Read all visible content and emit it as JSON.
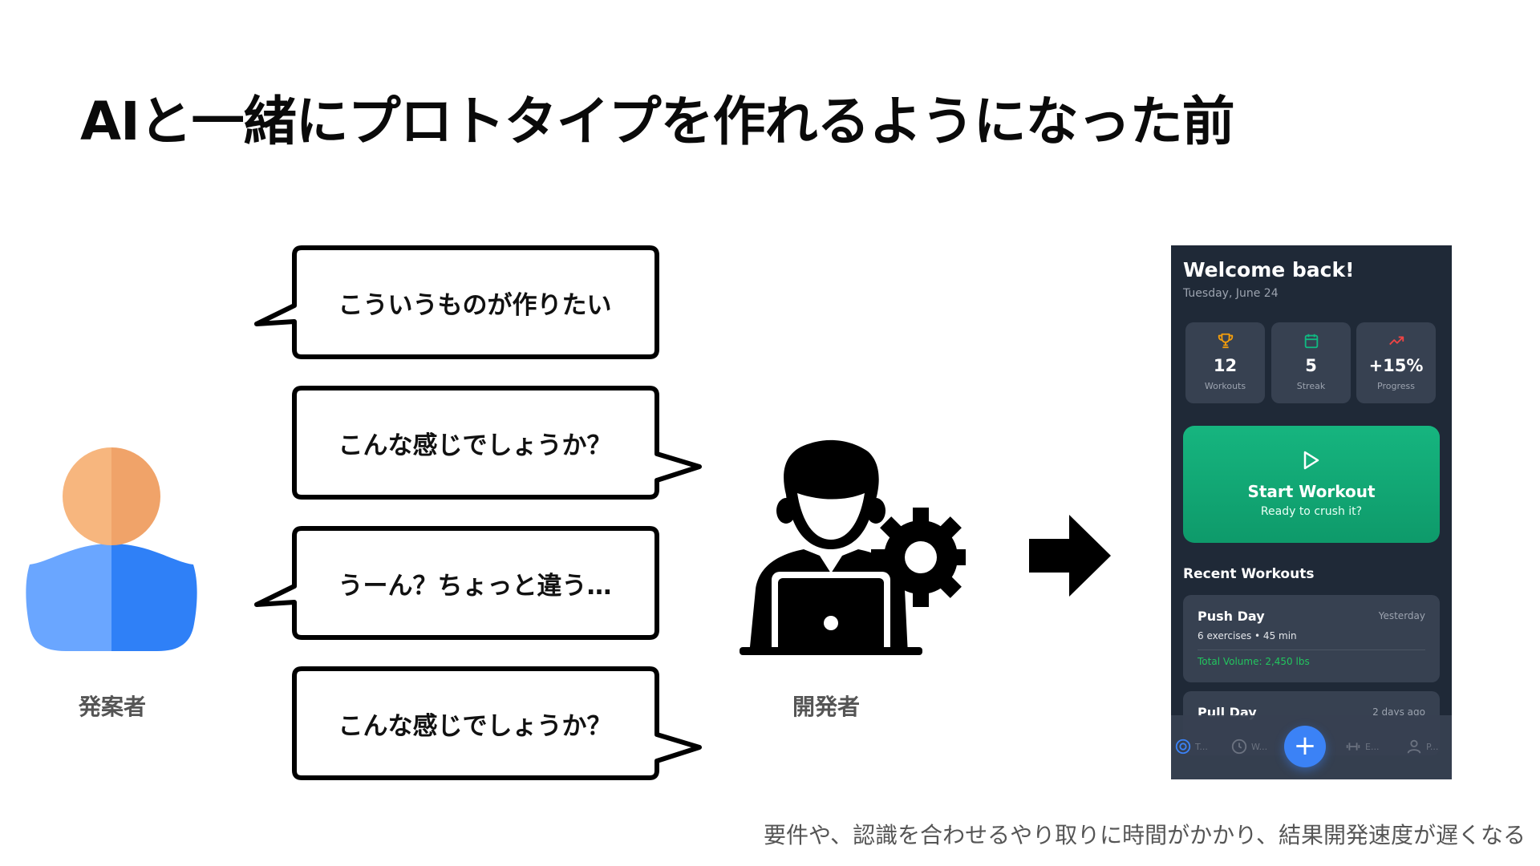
{
  "title": "AIと一緒にプロトタイプを作れるようになった前",
  "bubbles": [
    {
      "text": "こういうものが作りたい",
      "speaker": "proposer"
    },
    {
      "text": "こんな感じでしょうか？",
      "speaker": "developer"
    },
    {
      "text": "うーん？ちょっと違う…",
      "speaker": "proposer"
    },
    {
      "text": "こんな感じでしょうか？",
      "speaker": "developer"
    }
  ],
  "proposer": {
    "label": "発案者",
    "icon": "user-icon"
  },
  "developer": {
    "label": "開発者",
    "icon": "developer-laptop-gear-icon"
  },
  "arrow": {
    "icon": "arrow-right-icon"
  },
  "phone": {
    "welcome": "Welcome back!",
    "date": "Tuesday, June 24",
    "stats": [
      {
        "value": "12",
        "label": "Workouts",
        "icon": "trophy-icon",
        "color": "#f59e0b"
      },
      {
        "value": "5",
        "label": "Streak",
        "icon": "calendar-icon",
        "color": "#10b981"
      },
      {
        "value": "+15%",
        "label": "Progress",
        "icon": "trending-up-icon",
        "color": "#ef4444"
      }
    ],
    "start": {
      "title": "Start Workout",
      "subtitle": "Ready to crush it?",
      "icon": "play-icon"
    },
    "recent_title": "Recent Workouts",
    "workouts": [
      {
        "name": "Push Day",
        "when": "Yesterday",
        "details": "6 exercises • 45 min",
        "volume": "Total Volume: 2,450 lbs"
      },
      {
        "name": "Pull Day",
        "when": "2 days ago"
      }
    ],
    "nav": [
      {
        "label": "T...",
        "icon": "home-icon"
      },
      {
        "label": "W...",
        "icon": "history-icon"
      },
      {
        "label": "+",
        "icon": "plus-icon"
      },
      {
        "label": "E...",
        "icon": "dumbbell-icon"
      },
      {
        "label": "P...",
        "icon": "profile-icon"
      }
    ]
  },
  "caption": "要件や、認識を合わせるやり取りに時間がかかり、結果開発速度が遅くなる",
  "colors": {
    "accent_green": "#10b981",
    "accent_blue": "#3b82f6",
    "phone_bg": "#1f2937",
    "card_bg": "#374151"
  }
}
